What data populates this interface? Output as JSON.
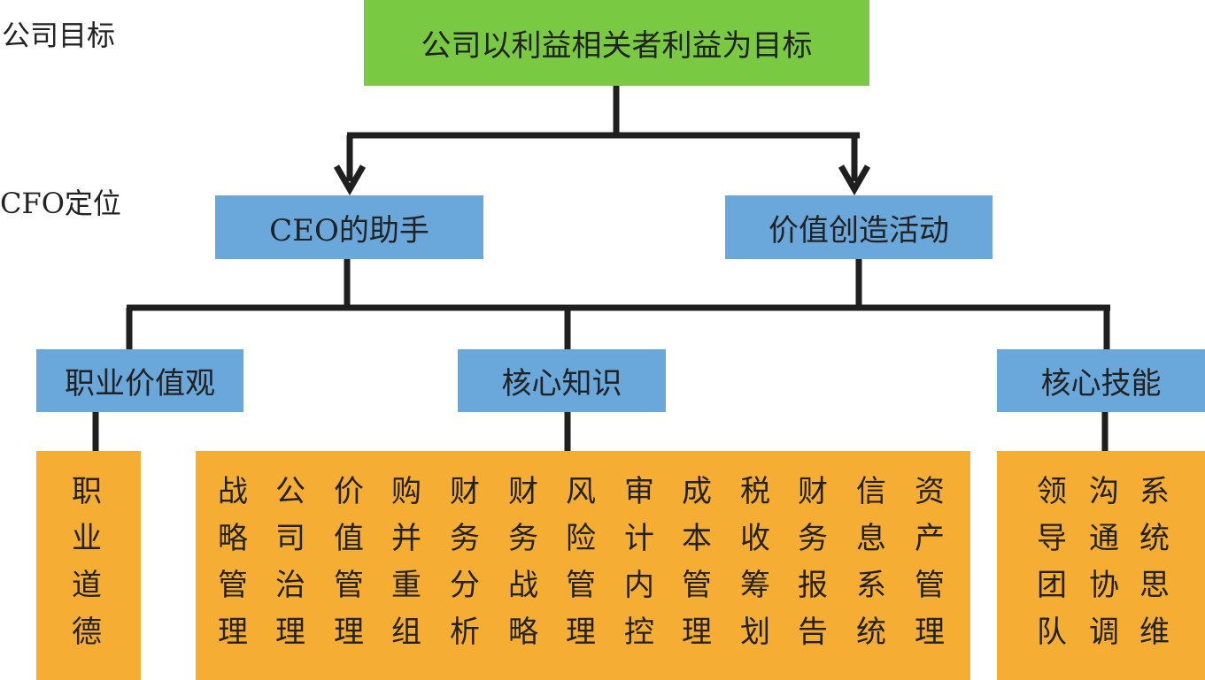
{
  "side_labels": {
    "goal": "公司目标",
    "cfo": "CFO定位"
  },
  "nodes": {
    "root": "公司以利益相关者利益为目标",
    "ceo_assistant": "CEO的助手",
    "value_creation": "价值创造活动",
    "values": "职业价值观",
    "knowledge": "核心知识",
    "skills": "核心技能"
  },
  "details": {
    "values": [
      "职业道德"
    ],
    "knowledge": [
      "战略管理",
      "公司治理",
      "价值管理",
      "购并重组",
      "财务分析",
      "财务战略",
      "风险管理",
      "审计内控",
      "成本管理",
      "税收筹划",
      "财务报告",
      "信息系统",
      "资产管理"
    ],
    "skills": [
      "领导团队",
      "沟通协调",
      "系统思维"
    ]
  },
  "colors": {
    "green": "#7ac943",
    "blue": "#6aa8dc",
    "orange": "#f5ae33",
    "line": "#1f1f1f"
  }
}
